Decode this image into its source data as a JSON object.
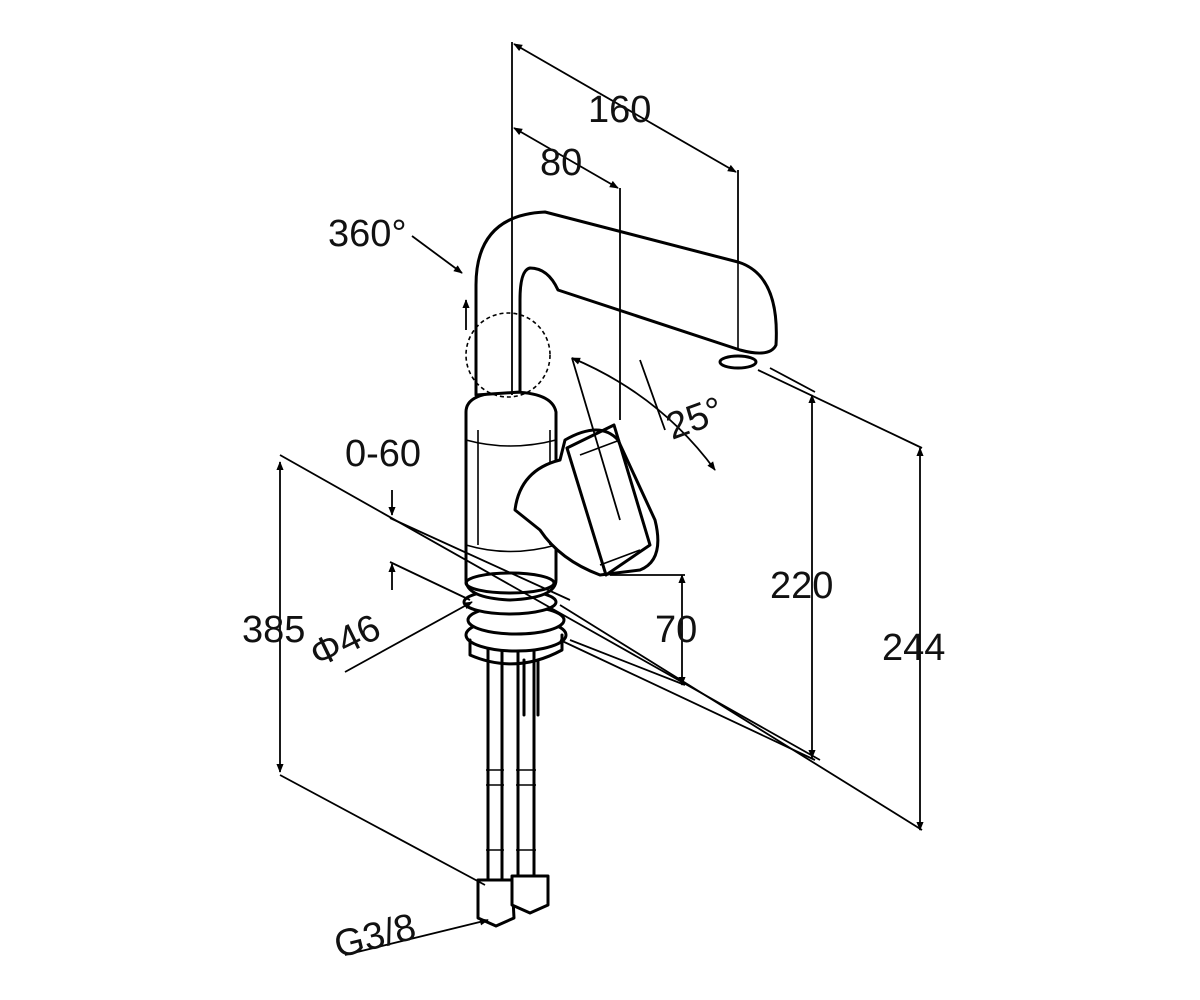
{
  "dimensions": {
    "spout_reach": "160",
    "spout_offset": "80",
    "swivel": "360°",
    "handle_angle": "25°",
    "deck_thickness": "0-60",
    "total_height": "385",
    "base_diameter": "Φ46",
    "lever_height": "70",
    "spout_height": "220",
    "overall_height": "244",
    "connection": "G3/8"
  },
  "colors": {
    "line": "#000000",
    "background": "#ffffff"
  }
}
